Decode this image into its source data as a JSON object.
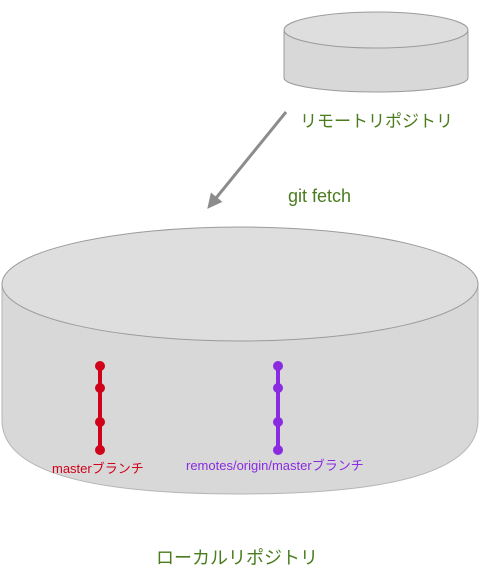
{
  "remote_repo": {
    "label": "リモートリポジトリ"
  },
  "command": {
    "label": "git fetch"
  },
  "local_repo": {
    "label": "ローカルリポジトリ"
  },
  "branches": [
    {
      "label": "masterブランチ",
      "color": "#d0021b",
      "commits": 4
    },
    {
      "label": "remotes/origin/masterブランチ",
      "color": "#8a2be2",
      "commits": 4
    }
  ],
  "colors": {
    "cylinder_fill": "#d8d8d8",
    "cylinder_top": "#dedede",
    "cylinder_stroke": "#9b9b9b",
    "arrow": "#8c8c8c",
    "label_text": "#4a7c1e"
  }
}
